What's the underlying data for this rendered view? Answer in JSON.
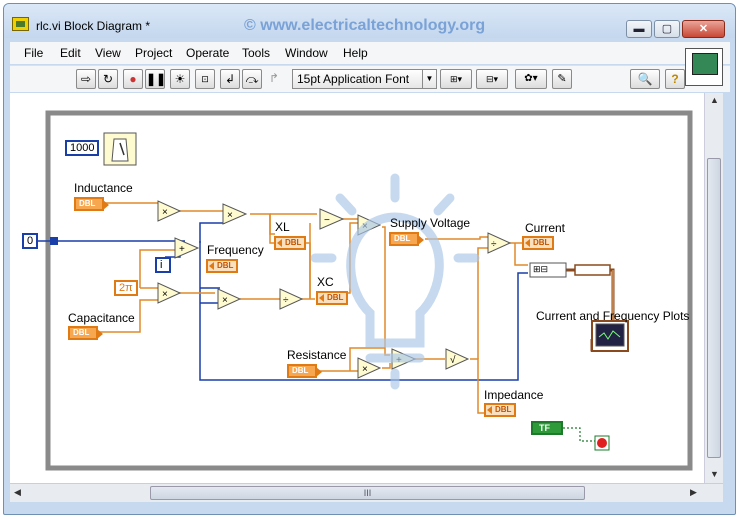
{
  "window": {
    "title": "rlc.vi Block Diagram *",
    "watermark": "© www.electricaltechnology.org",
    "min_label": "▬",
    "max_label": "▢",
    "close_label": "✕"
  },
  "menu": [
    "File",
    "Edit",
    "View",
    "Project",
    "Operate",
    "Tools",
    "Window",
    "Help"
  ],
  "toolbar": {
    "font": "15pt Application Font",
    "icons": [
      "run-icon",
      "run-continuous-icon",
      "abort-icon",
      "pause-icon",
      "highlight-execution-icon",
      "retain-wire-values-icon",
      "step-into-icon",
      "step-over-icon",
      "step-out-icon",
      "align-icon",
      "distribute-icon",
      "reorder-icon",
      "cleanup-icon",
      "search-icon",
      "help-icon"
    ]
  },
  "diagram": {
    "wait_constant": "1000",
    "loop_count_constant": "0",
    "two_pi": "2π",
    "loop_index": "i",
    "labels": {
      "inductance": "Inductance",
      "capacitance": "Capacitance",
      "frequency": "Frequency",
      "xl": "XL",
      "xc": "XC",
      "supply_voltage": "Supply Voltage",
      "current": "Current",
      "resistance": "Resistance",
      "impedance": "Impedance",
      "plots": "Current and Frequency Plots"
    },
    "dbl": "DBL",
    "tf": "TF",
    "bundle": "⊞⊟",
    "hscroll_grip": "III"
  },
  "colors": {
    "orange_wire": "#e08a2a",
    "blue_wire": "#1a3fa8",
    "loop_border": "#8a8a8a",
    "green_bool": "#1d7a2a"
  }
}
